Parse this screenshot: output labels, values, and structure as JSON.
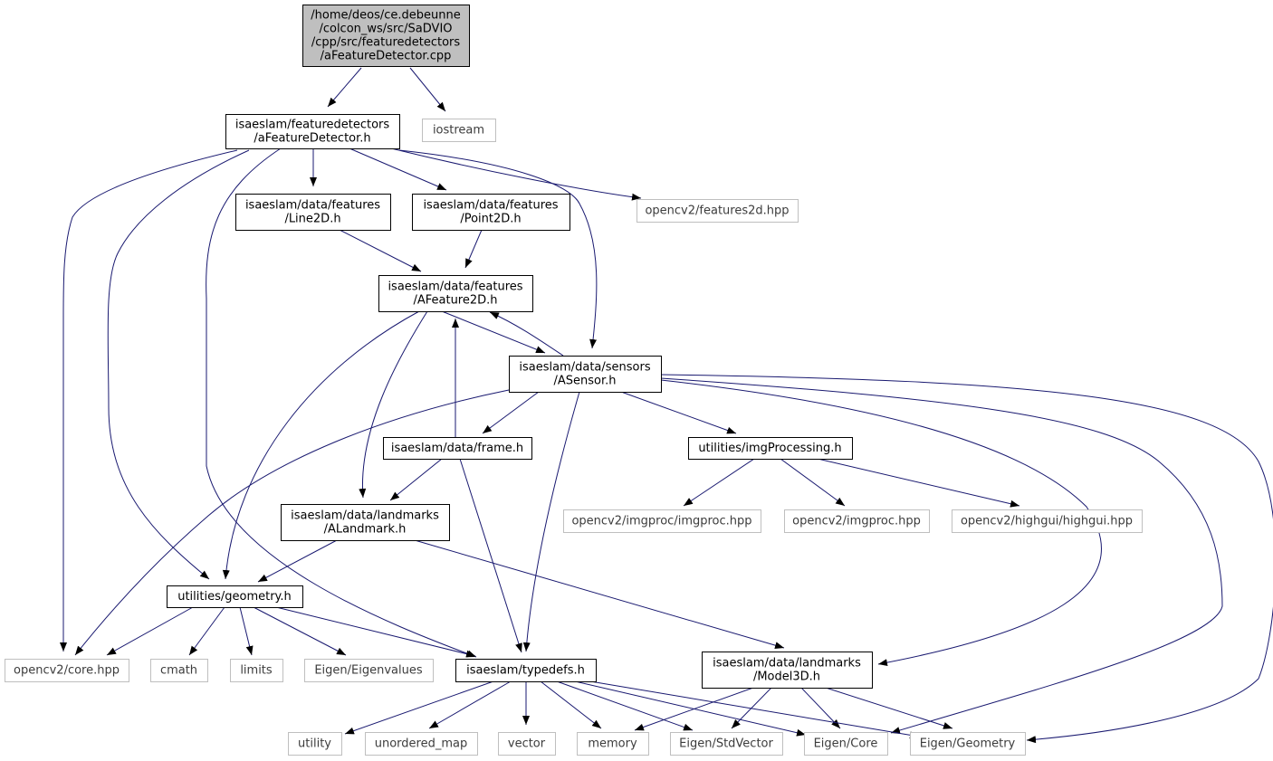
{
  "graph": {
    "nodes": [
      {
        "id": "root",
        "kind": "root",
        "lines": [
          "/home/deos/ce.debeunne",
          "/colcon_ws/src/SaDVIO",
          "/cpp/src/featuredetectors",
          "/aFeatureDetector.cpp"
        ]
      },
      {
        "id": "featdet_h",
        "kind": "internal",
        "lines": [
          "isaeslam/featuredetectors",
          "/aFeatureDetector.h"
        ]
      },
      {
        "id": "iostream",
        "kind": "external",
        "lines": [
          "iostream"
        ]
      },
      {
        "id": "line2d",
        "kind": "internal",
        "lines": [
          "isaeslam/data/features",
          "/Line2D.h"
        ]
      },
      {
        "id": "point2d",
        "kind": "internal",
        "lines": [
          "isaeslam/data/features",
          "/Point2D.h"
        ]
      },
      {
        "id": "features2d",
        "kind": "external",
        "lines": [
          "opencv2/features2d.hpp"
        ]
      },
      {
        "id": "afeature2d",
        "kind": "internal",
        "lines": [
          "isaeslam/data/features",
          "/AFeature2D.h"
        ]
      },
      {
        "id": "asensor",
        "kind": "internal",
        "lines": [
          "isaeslam/data/sensors",
          "/ASensor.h"
        ]
      },
      {
        "id": "frame",
        "kind": "internal",
        "lines": [
          "isaeslam/data/frame.h"
        ]
      },
      {
        "id": "imgprocessing",
        "kind": "internal",
        "lines": [
          "utilities/imgProcessing.h"
        ]
      },
      {
        "id": "alandmark",
        "kind": "internal",
        "lines": [
          "isaeslam/data/landmarks",
          "/ALandmark.h"
        ]
      },
      {
        "id": "imgproc_imgproc",
        "kind": "external",
        "lines": [
          "opencv2/imgproc/imgproc.hpp"
        ]
      },
      {
        "id": "imgproc",
        "kind": "external",
        "lines": [
          "opencv2/imgproc.hpp"
        ]
      },
      {
        "id": "highgui",
        "kind": "external",
        "lines": [
          "opencv2/highgui/highgui.hpp"
        ]
      },
      {
        "id": "geometry",
        "kind": "internal",
        "lines": [
          "utilities/geometry.h"
        ]
      },
      {
        "id": "model3d",
        "kind": "internal",
        "lines": [
          "isaeslam/data/landmarks",
          "/Model3D.h"
        ]
      },
      {
        "id": "corehpp",
        "kind": "external",
        "lines": [
          "opencv2/core.hpp"
        ]
      },
      {
        "id": "cmath",
        "kind": "external",
        "lines": [
          "cmath"
        ]
      },
      {
        "id": "limits",
        "kind": "external",
        "lines": [
          "limits"
        ]
      },
      {
        "id": "eigenvalues",
        "kind": "external",
        "lines": [
          "Eigen/Eigenvalues"
        ]
      },
      {
        "id": "typedefs",
        "kind": "internal",
        "lines": [
          "isaeslam/typedefs.h"
        ]
      },
      {
        "id": "utility",
        "kind": "external",
        "lines": [
          "utility"
        ]
      },
      {
        "id": "unordered_map",
        "kind": "external",
        "lines": [
          "unordered_map"
        ]
      },
      {
        "id": "vector",
        "kind": "external",
        "lines": [
          "vector"
        ]
      },
      {
        "id": "memory",
        "kind": "external",
        "lines": [
          "memory"
        ]
      },
      {
        "id": "stdvector",
        "kind": "external",
        "lines": [
          "Eigen/StdVector"
        ]
      },
      {
        "id": "eigencore",
        "kind": "external",
        "lines": [
          "Eigen/Core"
        ]
      },
      {
        "id": "eigengeometry",
        "kind": "external",
        "lines": [
          "Eigen/Geometry"
        ]
      }
    ],
    "edges": [
      {
        "from": "root",
        "to": "featdet_h"
      },
      {
        "from": "root",
        "to": "iostream"
      },
      {
        "from": "featdet_h",
        "to": "line2d"
      },
      {
        "from": "featdet_h",
        "to": "point2d"
      },
      {
        "from": "featdet_h",
        "to": "features2d"
      },
      {
        "from": "featdet_h",
        "to": "asensor"
      },
      {
        "from": "featdet_h",
        "to": "corehpp"
      },
      {
        "from": "featdet_h",
        "to": "geometry"
      },
      {
        "from": "featdet_h",
        "to": "typedefs"
      },
      {
        "from": "line2d",
        "to": "afeature2d"
      },
      {
        "from": "point2d",
        "to": "afeature2d"
      },
      {
        "from": "afeature2d",
        "to": "asensor"
      },
      {
        "from": "afeature2d",
        "to": "alandmark"
      },
      {
        "from": "afeature2d",
        "to": "geometry"
      },
      {
        "from": "asensor",
        "to": "afeature2d"
      },
      {
        "from": "asensor",
        "to": "frame"
      },
      {
        "from": "asensor",
        "to": "imgprocessing"
      },
      {
        "from": "asensor",
        "to": "corehpp"
      },
      {
        "from": "asensor",
        "to": "typedefs"
      },
      {
        "from": "asensor",
        "to": "model3d"
      },
      {
        "from": "asensor",
        "to": "eigencore"
      },
      {
        "from": "asensor",
        "to": "eigengeometry"
      },
      {
        "from": "frame",
        "to": "afeature2d"
      },
      {
        "from": "frame",
        "to": "alandmark"
      },
      {
        "from": "frame",
        "to": "typedefs"
      },
      {
        "from": "imgprocessing",
        "to": "imgproc_imgproc"
      },
      {
        "from": "imgprocessing",
        "to": "imgproc"
      },
      {
        "from": "imgprocessing",
        "to": "highgui"
      },
      {
        "from": "alandmark",
        "to": "geometry"
      },
      {
        "from": "alandmark",
        "to": "model3d"
      },
      {
        "from": "geometry",
        "to": "corehpp"
      },
      {
        "from": "geometry",
        "to": "cmath"
      },
      {
        "from": "geometry",
        "to": "limits"
      },
      {
        "from": "geometry",
        "to": "eigenvalues"
      },
      {
        "from": "geometry",
        "to": "typedefs"
      },
      {
        "from": "model3d",
        "to": "memory"
      },
      {
        "from": "model3d",
        "to": "stdvector"
      },
      {
        "from": "model3d",
        "to": "eigencore"
      },
      {
        "from": "model3d",
        "to": "eigengeometry"
      },
      {
        "from": "typedefs",
        "to": "utility"
      },
      {
        "from": "typedefs",
        "to": "unordered_map"
      },
      {
        "from": "typedefs",
        "to": "vector"
      },
      {
        "from": "typedefs",
        "to": "memory"
      },
      {
        "from": "typedefs",
        "to": "stdvector"
      },
      {
        "from": "typedefs",
        "to": "eigencore"
      },
      {
        "from": "typedefs",
        "to": "eigengeometry"
      }
    ]
  }
}
